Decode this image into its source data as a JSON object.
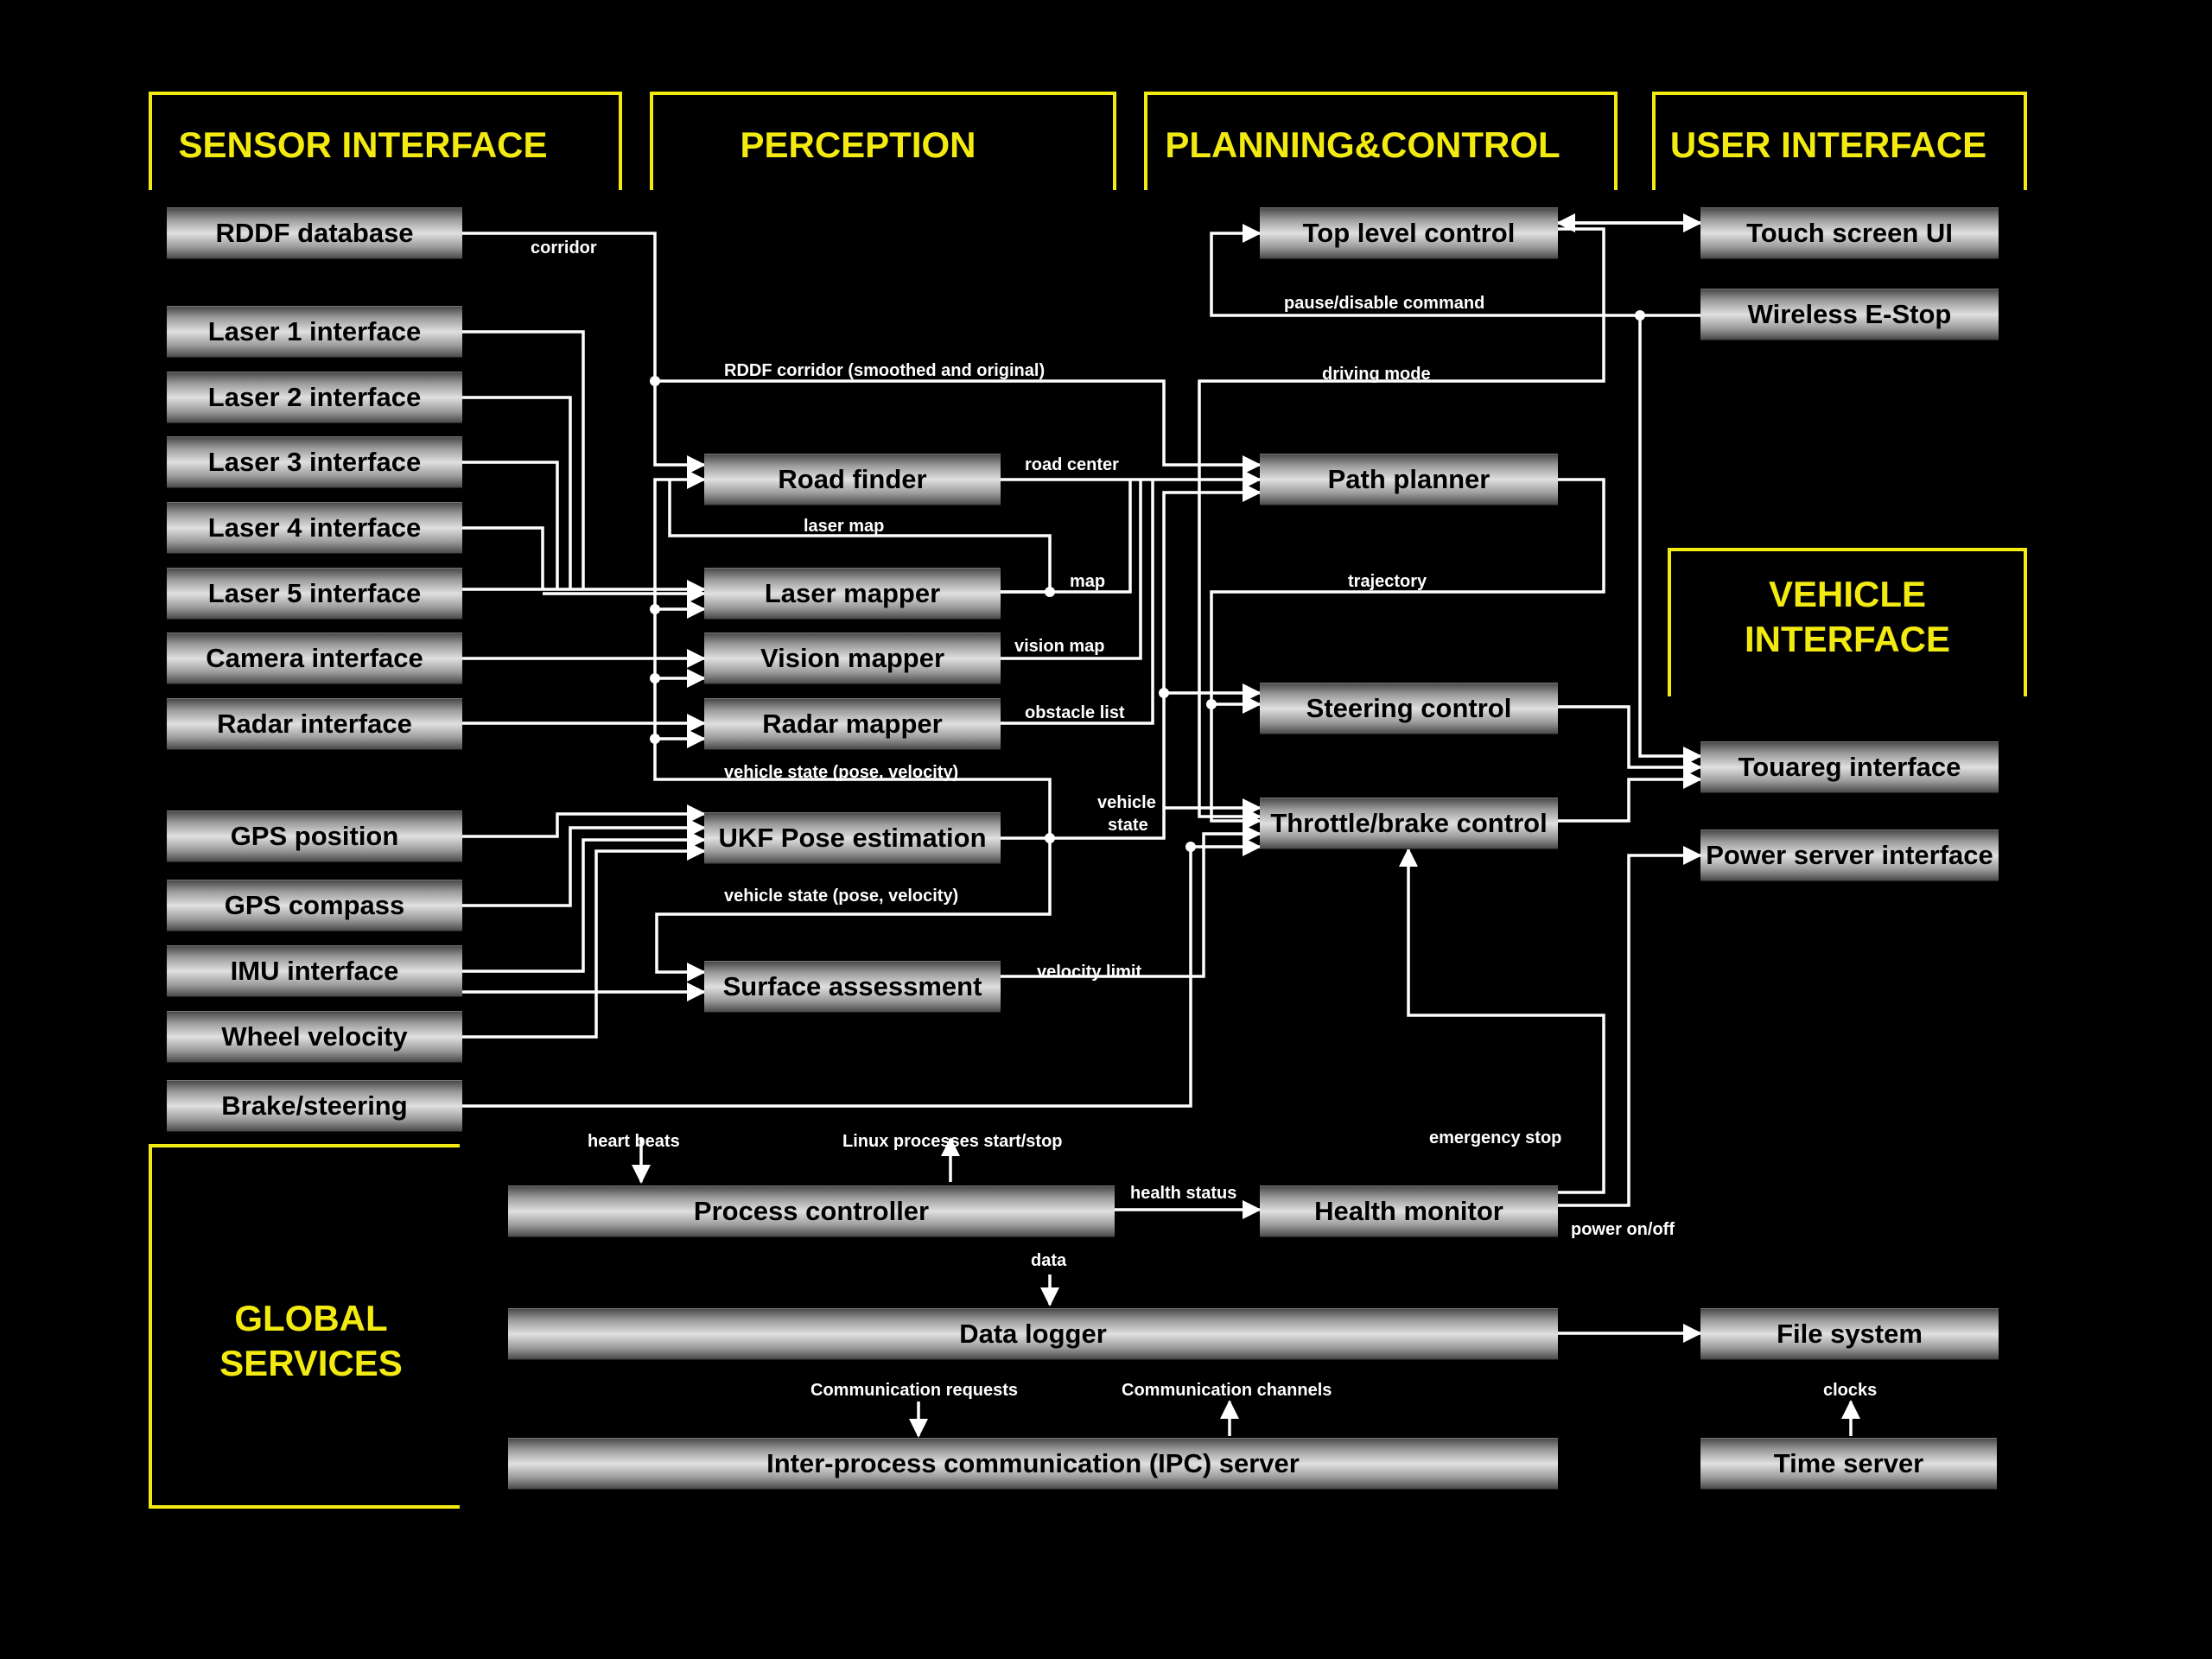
{
  "sections": {
    "sensor_interface": "SENSOR INTERFACE",
    "perception": "PERCEPTION",
    "planning_control": "PLANNING&CONTROL",
    "user_interface": "USER INTERFACE",
    "vehicle_interface_line1": "VEHICLE",
    "vehicle_interface_line2": "INTERFACE",
    "global_services_line1": "GLOBAL",
    "global_services_line2": "SERVICES"
  },
  "modules": {
    "rddf_database": "RDDF database",
    "laser1": "Laser 1 interface",
    "laser2": "Laser 2 interface",
    "laser3": "Laser 3 interface",
    "laser4": "Laser 4 interface",
    "laser5": "Laser 5 interface",
    "camera": "Camera interface",
    "radar": "Radar interface",
    "gps_position": "GPS position",
    "gps_compass": "GPS compass",
    "imu": "IMU interface",
    "wheel_velocity": "Wheel velocity",
    "brake_steering": "Brake/steering",
    "road_finder": "Road finder",
    "laser_mapper": "Laser mapper",
    "vision_mapper": "Vision mapper",
    "radar_mapper": "Radar mapper",
    "ukf": "UKF Pose estimation",
    "surface": "Surface assessment",
    "top_level_control": "Top level control",
    "path_planner": "Path planner",
    "steering_control": "Steering control",
    "throttle_brake": "Throttle/brake control",
    "touch_screen": "Touch screen UI",
    "wireless_estop": "Wireless E-Stop",
    "touareg": "Touareg interface",
    "power_server": "Power server interface",
    "process_controller": "Process controller",
    "health_monitor": "Health monitor",
    "data_logger": "Data logger",
    "file_system": "File system",
    "ipc_server": "Inter-process communication (IPC) server",
    "time_server": "Time server"
  },
  "edge_labels": {
    "corridor": "corridor",
    "rddf_corridor": "RDDF corridor (smoothed and original)",
    "road_center": "road center",
    "laser_map": "laser map",
    "map": "map",
    "vision_map": "vision map",
    "obstacle_list": "obstacle list",
    "vehicle_state_1": "vehicle state (pose, velocity)",
    "vehicle_state_2": "vehicle state (pose, velocity)",
    "vehicle_state_short_1": "vehicle",
    "vehicle_state_short_2": "state",
    "velocity_limit": "velocity limit",
    "pause_disable": "pause/disable command",
    "driving_mode": "driving mode",
    "trajectory": "trajectory",
    "heart_beats": "heart beats",
    "linux_processes": "Linux processes start/stop",
    "health_status": "health status",
    "emergency_stop": "emergency stop",
    "power_onoff": "power on/off",
    "data": "data",
    "comm_requests": "Communication requests",
    "comm_channels": "Communication channels",
    "clocks": "clocks"
  },
  "colors": {
    "background": "#000000",
    "section": "#f2ea10",
    "wire": "#ffffff"
  }
}
